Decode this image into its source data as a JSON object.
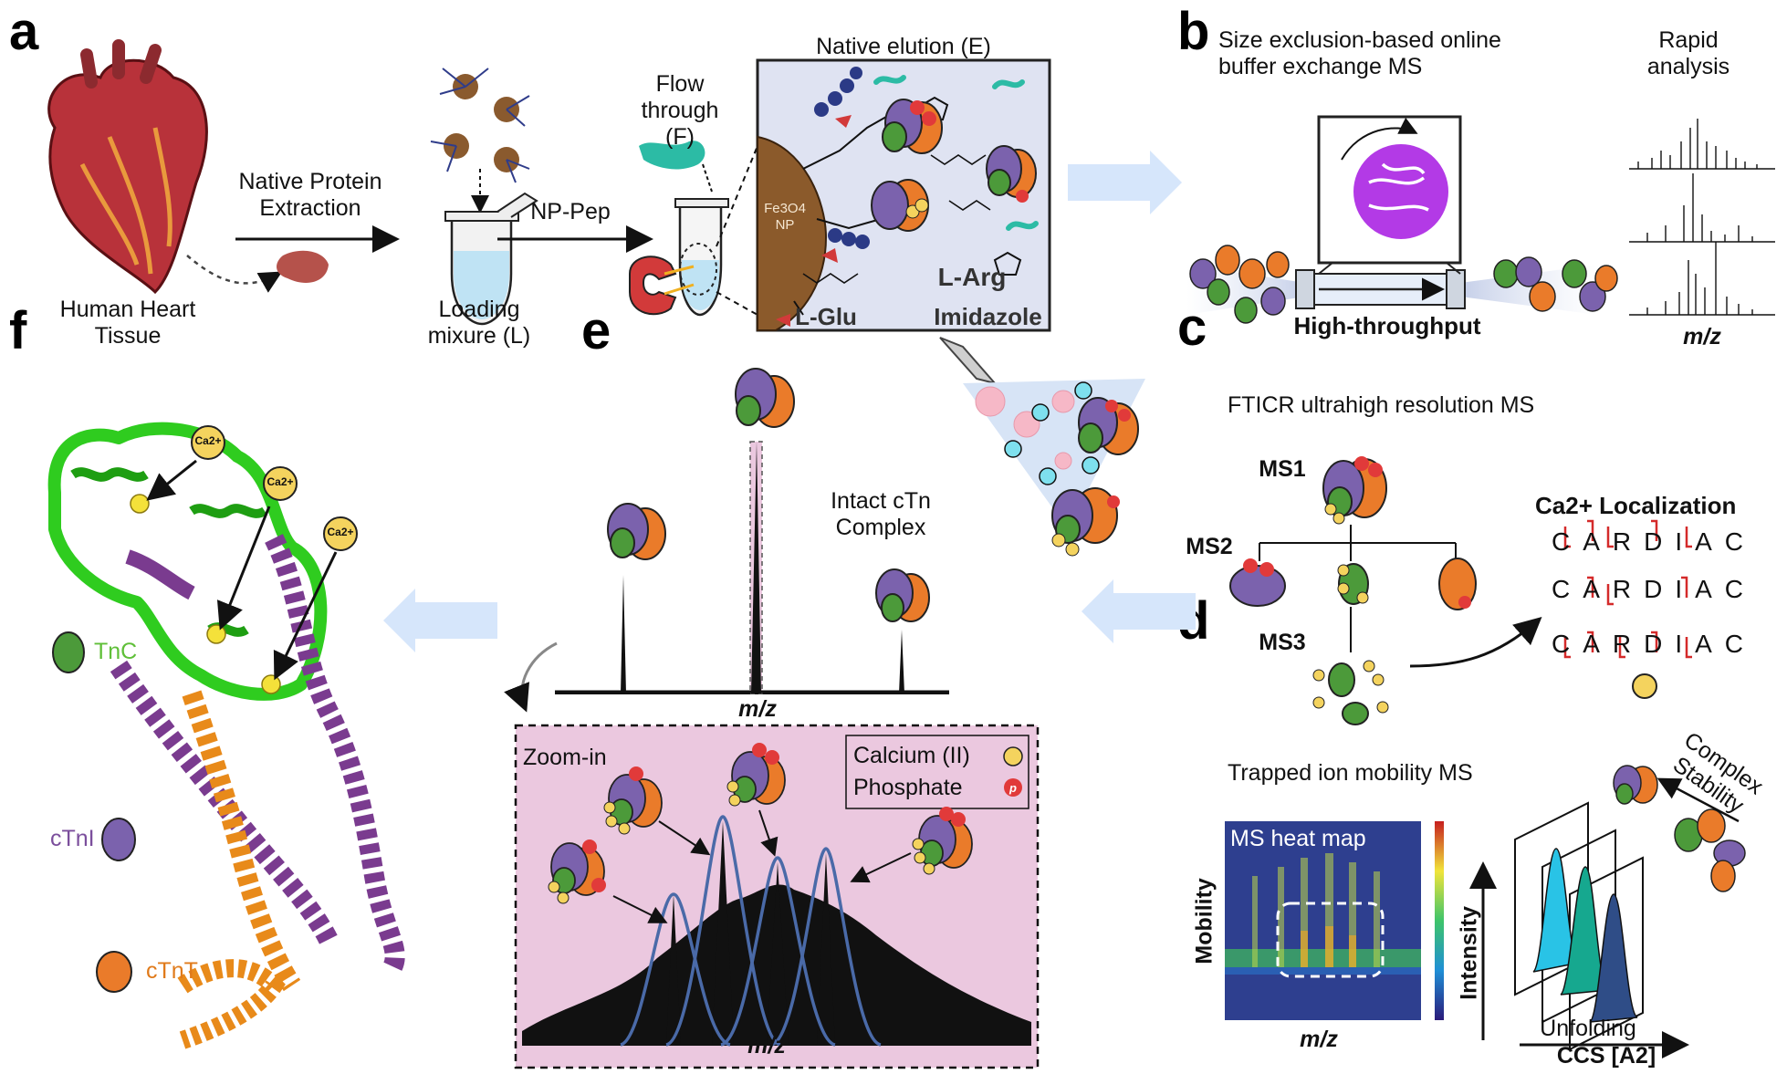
{
  "panels": {
    "a": {
      "letter": "a",
      "heart_label": "Human Heart Tissue",
      "extraction_label": "Native Protein Extraction",
      "loading_label": "Loading mixure (L)",
      "np_pep_label": "NP-Pep",
      "flow_through_label": "Flow through (F)",
      "native_elution_label": "Native elution (E)",
      "np_label_1": "Fe3O4",
      "np_label_2": "NP",
      "l_arg": "L-Arg",
      "l_glu": "L-Glu",
      "imidazole": "Imidazole"
    },
    "b": {
      "letter": "b",
      "title": "Size exclusion-based online buffer exchange MS",
      "rapid": "Rapid analysis",
      "throughput": "High-throughput",
      "mz": "m/z"
    },
    "c": {
      "letter": "c",
      "title": "FTICR ultrahigh resolution MS",
      "ms1": "MS1",
      "ms2": "MS2",
      "ms3": "MS3",
      "ca_loc": "Ca2+ Localization",
      "seq_rows": [
        "CARDIAC",
        "CARDIAC",
        "CARDIAC"
      ]
    },
    "d": {
      "letter": "d",
      "title": "Trapped ion mobility MS",
      "heatmap_label": "MS heat map",
      "mobility": "Mobility",
      "mz": "m/z",
      "intensity": "Intensity",
      "ccs": "CCS [A2]",
      "unfolding": "Unfolding",
      "stability": "Complex Stability",
      "colors": {
        "cyan": "#29c3e6",
        "teal": "#16a88f",
        "navy": "#2f4d87"
      }
    },
    "e": {
      "letter": "e",
      "intact_label": "Intact cTn Complex",
      "mz": "m/z",
      "zoom_label": "Zoom-in",
      "legend_calcium": "Calcium (II)",
      "legend_phosphate": "Phosphate",
      "zoom_bg": "#ebc8df"
    },
    "f": {
      "letter": "f",
      "tnc": "TnC",
      "ctni": "cTnI",
      "ctnt": "cTnT",
      "ca_ion": "Ca2+",
      "colors": {
        "tnc": "#2fcc1f",
        "ctni": "#7a3b8f",
        "ctnt": "#e88a1a"
      }
    }
  },
  "colors": {
    "arrow_blue": "#d6e6fb",
    "green": "#4c9a3a",
    "purple": "#7b62ad",
    "orange": "#ea7b2a",
    "calcium": "#f4d35e",
    "phosphate": "#e13a3a"
  }
}
